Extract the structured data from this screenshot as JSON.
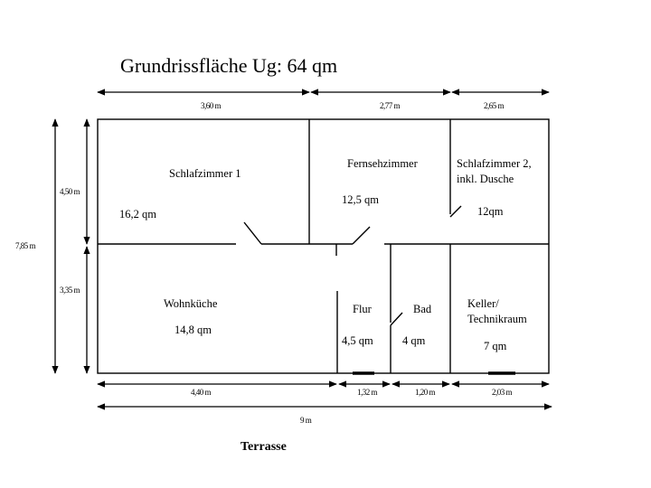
{
  "title": "Grundrissfläche  Ug: 64 qm",
  "outside_label": "Terrasse",
  "rooms": {
    "schlafzimmer1": {
      "name": "Schlafzimmer 1",
      "area": "16,2 qm"
    },
    "fernsehzimmer": {
      "name": "Fernsehzimmer",
      "area": "12,5 qm"
    },
    "schlafzimmer2": {
      "name_line1": "Schlafzimmer 2,",
      "name_line2": "inkl. Dusche",
      "area": "12qm"
    },
    "wohnkueche": {
      "name": "Wohnküche",
      "area": "14,8 qm"
    },
    "flur": {
      "name": "Flur",
      "area": "4,5 qm"
    },
    "bad": {
      "name": "Bad",
      "area": "4 qm"
    },
    "keller": {
      "name_line1": "Keller/",
      "name_line2": "Technikraum",
      "area": "7 qm"
    }
  },
  "dimensions": {
    "top": [
      "3,60 m",
      "2,77 m",
      "2,65 m"
    ],
    "left_total": "7,85 m",
    "left": [
      "4,50 m",
      "3,35 m"
    ],
    "bottom": [
      "4,40 m",
      "1,32 m",
      "1,20  m",
      "2,03 m"
    ],
    "bottom_total": "9 m"
  }
}
